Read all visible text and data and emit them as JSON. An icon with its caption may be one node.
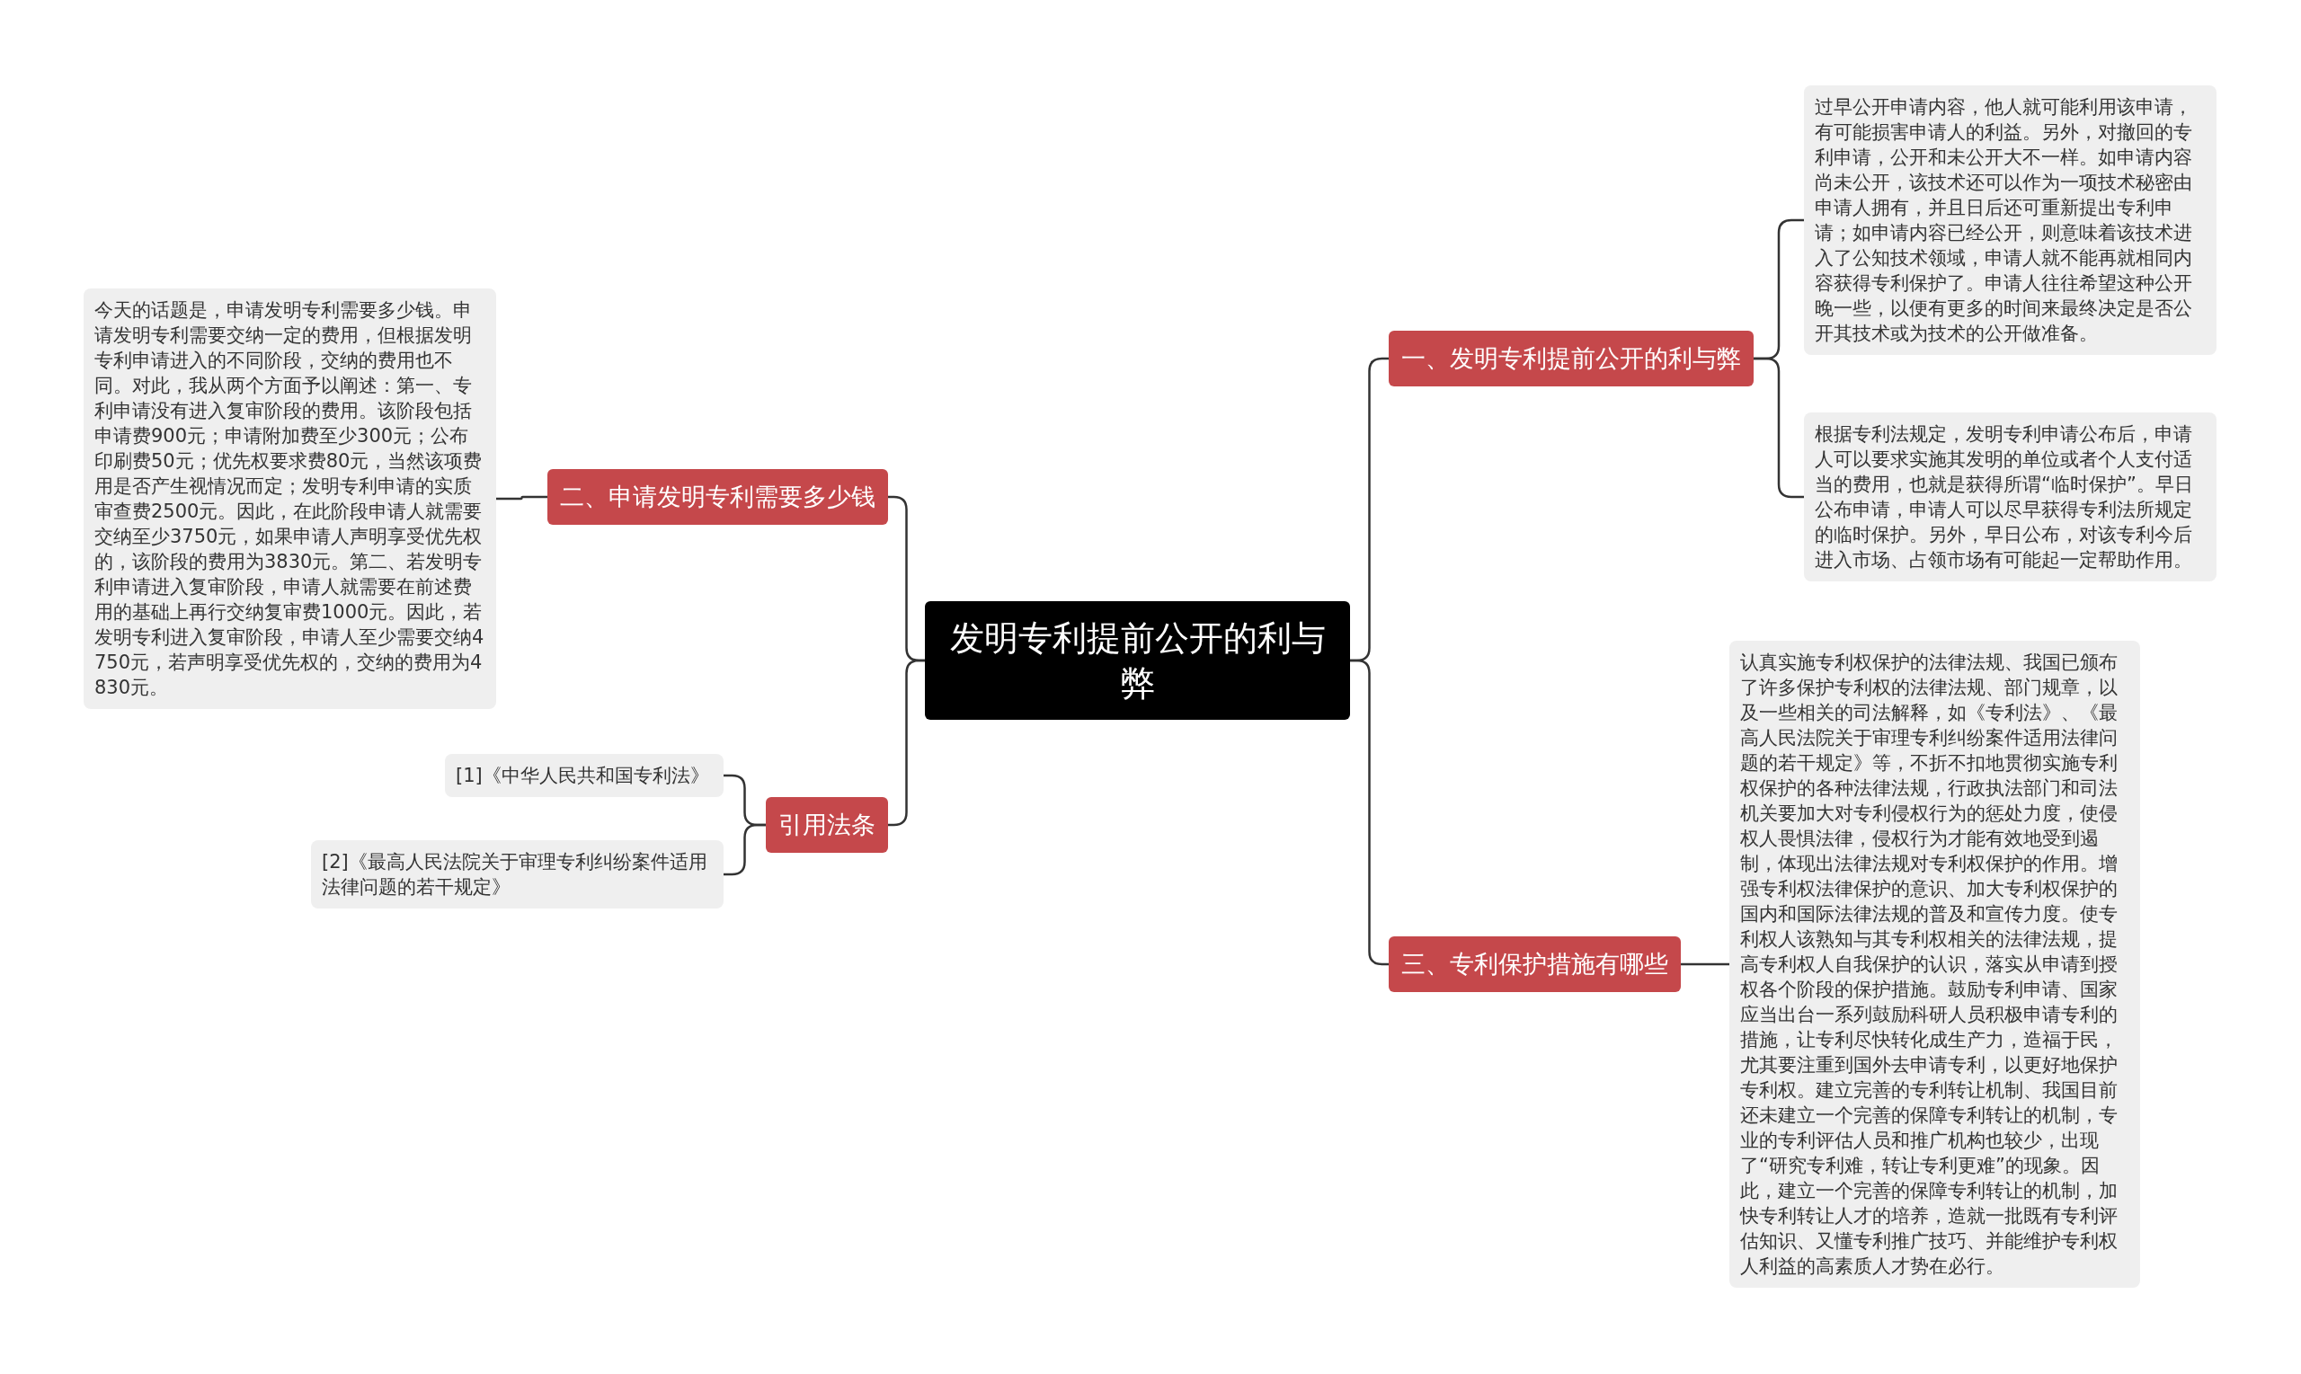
{
  "diagram": {
    "nodes": [
      {
        "text": [
          "发明专利提前公开的利与弊"
        ]
      },
      {
        "text": [
          "一、发明专利提前公开的利与弊"
        ]
      },
      {
        "text": [
          "过早公开申请内容，他人就可能利用该申请，有可能损害申请人的利益。另外，对撤回的专利申请，公开和未公开大不一样。如申请内容尚未公开，该技术还可以作为一项技术秘密由申请人拥有，并且日后还可重新提出专利申请；如申请内容已经公开，则意味着该技术进入了公知技术领域，申请人就不能再就相同内容获得专利保护了。申请人往往希望这种公开晚一些，以便有更多的时间来最终决定是否公开其技术或为技术的公开做准备。"
        ]
      },
      {
        "text": [
          "根据专利法规定，发明专利申请公布后，申请人可以要求实施其发明的单位或者个人支付适当的费用，也就是获得所谓“临时保护”。早日公布申请，申请人可以尽早获得专利法所规定的临时保护。另外，早日公布，对该专利今后进入市场、占领市场有可能起一定帮助作用。"
        ]
      },
      {
        "text": [
          "二、申请发明专利需要多少钱"
        ]
      },
      {
        "text": [
          "今天的话题是，申请发明专利需要多少钱。申请发明专利需要交纳一定的费用，但根据发明专利申请进入的不同阶段，交纳的费用也不同。对此，我从两个方面予以阐述：第一、专利申请没有进入复审阶段的费用。该阶段包括申请费900元；申请附加费至少300元；公布印刷费50元；优先权要求费80元，当然该项费用是否产生视情况而定；发明专利申请的实质审查费2500元。因此，在此阶段申请人就需要交纳至少3750元，如果申请人声明享受优先权的，该阶段的费用为3830元。第二、若发明专利申请进入复审阶段，申请人就需要在前述费用的基础上再行交纳复审费1000元。因此，若发明专利进入复审阶段，申请人至少需要交纳4750元，若声明享受优先权的，交纳的费用为4830元。"
        ]
      },
      {
        "text": [
          "三、专利保护措施有哪些"
        ]
      },
      {
        "text": [
          "认真实施专利权保护的法律法规、我国已颁布了许多保护专利权的法律法规、部门规章，以及一些相关的司法解释，如《专利法》、《最高人民法院关于审理专利纠纷案件适用法律问题的若干规定》等，不折不扣地贯彻实施专利权保护的各种法律法规，行政执法部门和司法机关要加大对专利侵权行为的惩处力度，使侵权人畏惧法律，侵权行为才能有效地受到遏制，体现出法律法规对专利权保护的作用。增强专利权法律保护的意识、加大专利权保护的国内和国际法律法规的普及和宣传力度。使专利权人该熟知与其专利权相关的法律法规，提高专利权人自我保护的认识，落实从申请到授权各个阶段的保护措施。鼓励专利申请、国家应当出台一系列鼓励科研人员积极申请专利的措施，让专利尽快转化成生产力，造福于民，尤其要注重到国外去申请专利，以更好地保护专利权。建立完善的专利转让机制、我国目前还未建立一个完善的保障专利转让的机制，专业的专利评估人员和推广机构也较少，出现了“研究专利难，转让专利更难”的现象。因此，建立一个完善的保障专利转让的机制，加快专利转让人才的培养，造就一批既有专利评估知识、又懂专利推广技巧、并能维护专利权人利益的高素质人才势在必行。"
        ]
      },
      {
        "text": [
          "引用法条"
        ]
      },
      {
        "text": [
          "[1]《中华人民共和国专利法》"
        ]
      },
      {
        "text": [
          "[2]《最高人民法院关于审理专利纠纷案件适用法律问题的若干规定》"
        ]
      }
    ],
    "edges": [
      {
        "from": 0,
        "to": 1,
        "arrow": "none"
      },
      {
        "from": 1,
        "to": 2,
        "arrow": "none"
      },
      {
        "from": 1,
        "to": 3,
        "arrow": "none"
      },
      {
        "from": 0,
        "to": 4,
        "arrow": "none"
      },
      {
        "from": 4,
        "to": 5,
        "arrow": "none"
      },
      {
        "from": 0,
        "to": 6,
        "arrow": "none"
      },
      {
        "from": 6,
        "to": 7,
        "arrow": "none"
      },
      {
        "from": 0,
        "to": 8,
        "arrow": "none"
      },
      {
        "from": 8,
        "to": 9,
        "arrow": "none"
      },
      {
        "from": 8,
        "to": 10,
        "arrow": "none"
      }
    ]
  }
}
